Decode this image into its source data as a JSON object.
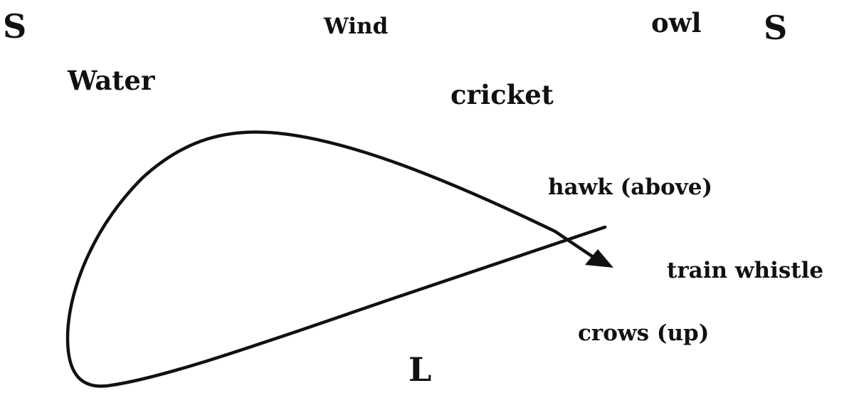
{
  "diagram": {
    "labels": {
      "s_left": "S",
      "s_right": "S",
      "wind": "Wind",
      "owl": "owl",
      "water": "Water",
      "cricket": "cricket",
      "hawk": "hawk (above)",
      "train": "train whistle",
      "crows": "crows (up)",
      "l": "L"
    },
    "colors": {
      "ink": "#111111",
      "background": "#ffffff"
    }
  }
}
